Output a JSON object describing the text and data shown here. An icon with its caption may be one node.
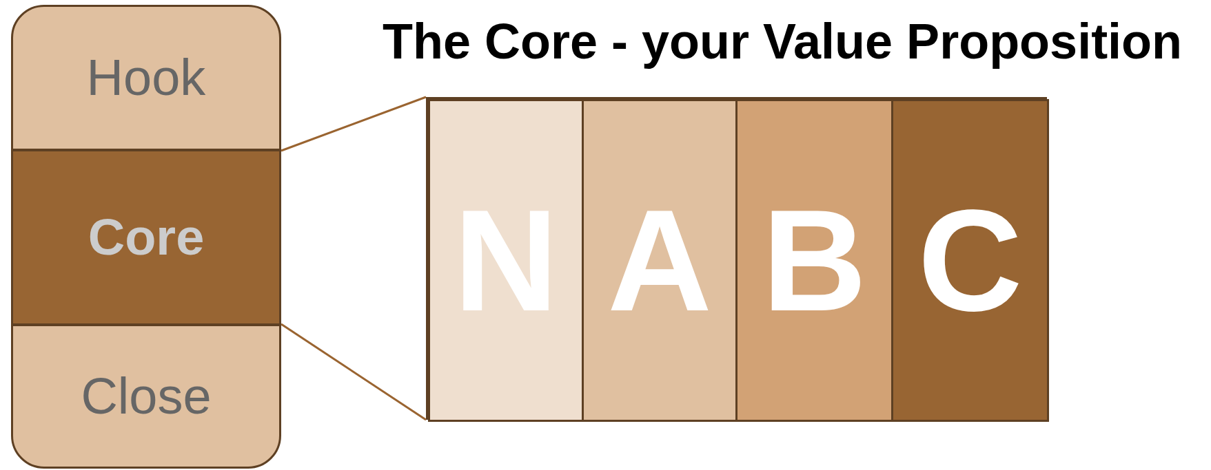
{
  "diagram": {
    "title": "The Core - your Value Proposition",
    "nodes": [
      {
        "text": [
          "Hook"
        ]
      },
      {
        "text": [
          "Core"
        ]
      },
      {
        "text": [
          "Close"
        ]
      },
      {
        "text": [],
        "shape": "box"
      },
      {
        "text": [
          "N"
        ],
        "in": 3
      },
      {
        "text": [
          "A"
        ],
        "in": 3
      },
      {
        "text": [
          "B"
        ],
        "in": 3
      },
      {
        "text": [
          "C"
        ],
        "in": 3
      }
    ],
    "edges": [
      {
        "from": 1,
        "to": 3,
        "arrow": "none"
      },
      {
        "from": 1,
        "to": 3,
        "arrow": "none"
      }
    ]
  }
}
